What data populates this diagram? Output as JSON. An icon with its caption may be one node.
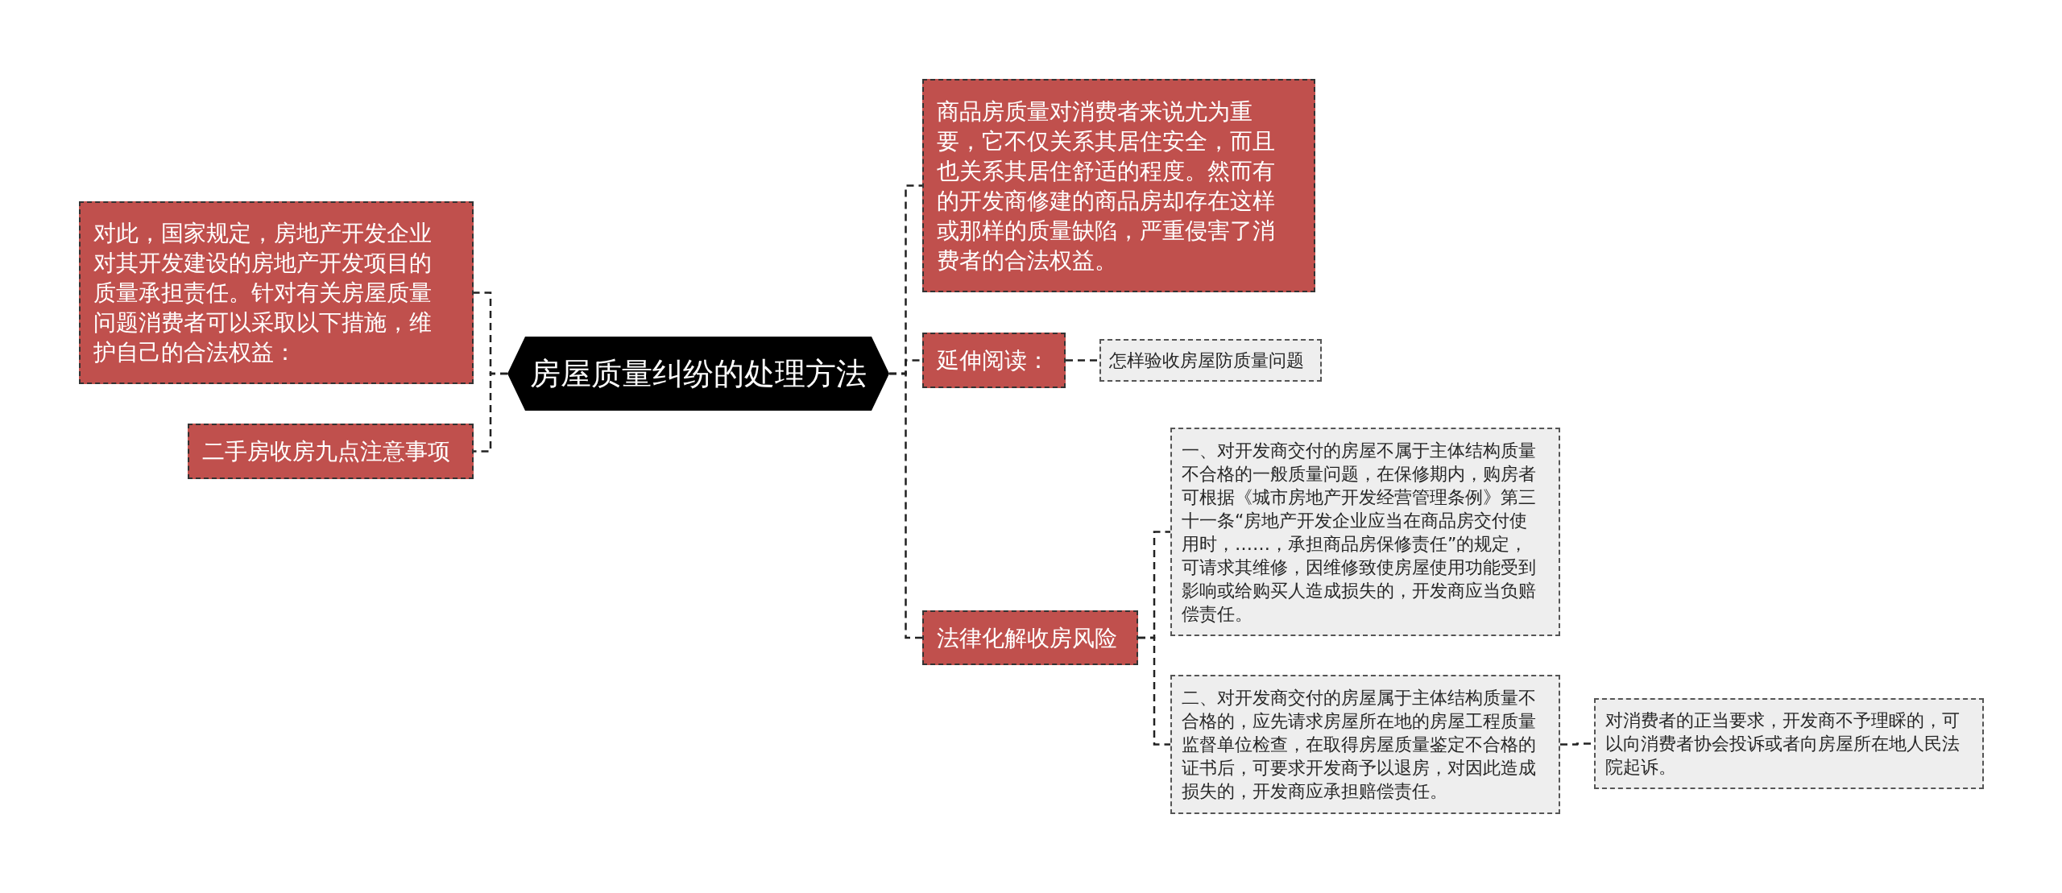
{
  "diagram": {
    "nodes": [
      {
        "text": [
          "房屋质量纠纷的处理方法"
        ]
      },
      {
        "text": [
          "对此，国家规定，房地产开发企业对其开发建设的房地产开发项目的质量承担责任。针对有关房屋质量问题消费者可以采取以下措施，维护自己的合法权益："
        ]
      },
      {
        "text": [
          "二手房收房九点注意事项"
        ]
      },
      {
        "text": [
          "商品房质量对消费者来说尤为重要，它不仅关系其居住安全，而且也关系其居住舒适的程度。然而有的开发商修建的商品房却存在这样或那样的质量缺陷，严重侵害了消费者的合法权益。"
        ]
      },
      {
        "text": [
          "延伸阅读："
        ]
      },
      {
        "text": [
          "怎样验收房屋防质量问题"
        ]
      },
      {
        "text": [
          "法律化解收房风险"
        ]
      },
      {
        "text": [
          "一、对开发商交付的房屋不属于主体结构质量不合格的一般质量问题，在保修期内，购房者可根据《城市房地产开发经营管理条例》第三十一条“房地产开发企业应当在商品房交付使用时，……，承担商品房保修责任”的规定，可请求其维修，因维修致使房屋使用功能受到影响或给购买人造成损失的，开发商应当负赔偿责任。"
        ]
      },
      {
        "text": [
          "二、对开发商交付的房屋属于主体结构质量不合格的，应先请求房屋所在地的房屋工程质量监督单位检查，在取得房屋质量鉴定不合格的证书后，可要求开发商予以退房，对因此造成损失的，开发商应承担赔偿责任。"
        ]
      },
      {
        "text": [
          "对消费者的正当要求，开发商不予理睬的，可以向消费者协会投诉或者向房屋所在地人民法院起诉。"
        ]
      }
    ],
    "edges": [
      {
        "from": 0,
        "to": 1,
        "arrow": "none",
        "style": "dashed"
      },
      {
        "from": 0,
        "to": 2,
        "arrow": "none",
        "style": "dashed"
      },
      {
        "from": 0,
        "to": 3,
        "arrow": "none",
        "style": "dashed"
      },
      {
        "from": 0,
        "to": 4,
        "arrow": "none",
        "style": "dashed"
      },
      {
        "from": 4,
        "to": 5,
        "arrow": "none",
        "style": "dashed"
      },
      {
        "from": 0,
        "to": 6,
        "arrow": "none",
        "style": "dashed"
      },
      {
        "from": 6,
        "to": 7,
        "arrow": "none",
        "style": "dashed"
      },
      {
        "from": 6,
        "to": 8,
        "arrow": "none",
        "style": "dashed"
      },
      {
        "from": 8,
        "to": 9,
        "arrow": "none",
        "style": "dashed"
      }
    ]
  }
}
